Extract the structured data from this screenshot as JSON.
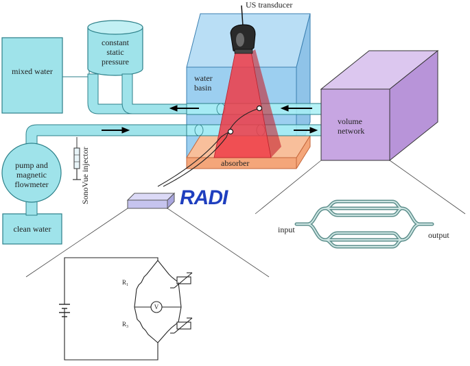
{
  "labels": {
    "us_transducer": "US transducer",
    "constant_static_pressure": [
      "constant",
      "static",
      "pressure"
    ],
    "mixed_water": "mixed water",
    "water_basin": [
      "water",
      "basin"
    ],
    "volume_network": [
      "volume",
      "network"
    ],
    "sonovue_injector": "SonoVue injector",
    "pump_flowmeter": [
      "pump and",
      "magnetic",
      "flowmeter"
    ],
    "clean_water": "clean water",
    "absorber": "absorber",
    "logo": "RADI",
    "input": "input",
    "output": "output",
    "r1": "R",
    "r1_sub": "1",
    "r3": "R",
    "r3_sub": "3",
    "voltmeter": "V"
  },
  "colors": {
    "water": "#9fe3ea",
    "water_stroke": "#2b7f88",
    "basin": "#9ccff0",
    "volume": "#c7a6e2",
    "absorber": "#f4a67a",
    "beam": "#ee3b46",
    "logo": "#1f3fbf"
  }
}
